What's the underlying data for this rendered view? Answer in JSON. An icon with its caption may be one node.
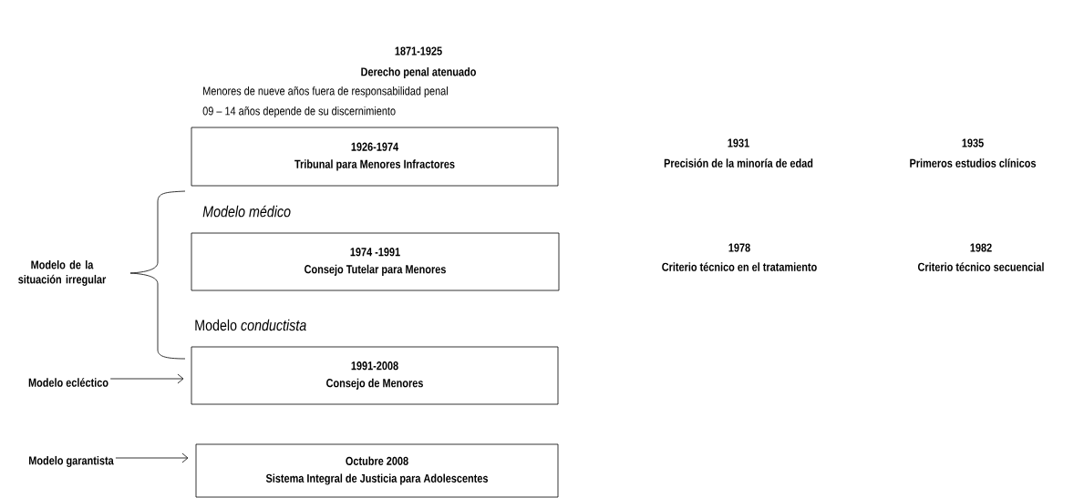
{
  "diagram": {
    "nodes": [
      {
        "text": [
          "1926-1974",
          "Tribunal para Menores  Infractores"
        ]
      },
      {
        "text": [
          "1974 -1991",
          "Consejo Tutelar para Menores"
        ]
      },
      {
        "text": [
          "1991-2008",
          "Consejo de Menores"
        ]
      },
      {
        "text": [
          "Octubre 2008",
          "Sistema Integral  de Justicia para Adolescentes"
        ]
      },
      {
        "text": [
          "Modelo ecléctico"
        ]
      },
      {
        "text": [
          "Modelo garantista"
        ]
      }
    ],
    "edges": [
      {
        "from": 4,
        "to": 2,
        "arrow": "to"
      },
      {
        "from": 5,
        "to": 3,
        "arrow": "to"
      }
    ],
    "labels": [
      "1871-1925",
      "Derecho penal atenuado",
      "Menores de nueve años fuera de responsabilidad penal",
      "09 – 14 años depende de su discernimiento",
      "1931",
      "Precisión de la minoría de edad",
      "1935",
      "Primeros estudios clínicos",
      "Modelo médico",
      "Modelo de la situación irregular",
      "1978",
      "Criterio técnico  en el tratamiento",
      "1982",
      "Criterio técnico  secuencial",
      "Modelo *conductista*"
    ]
  }
}
